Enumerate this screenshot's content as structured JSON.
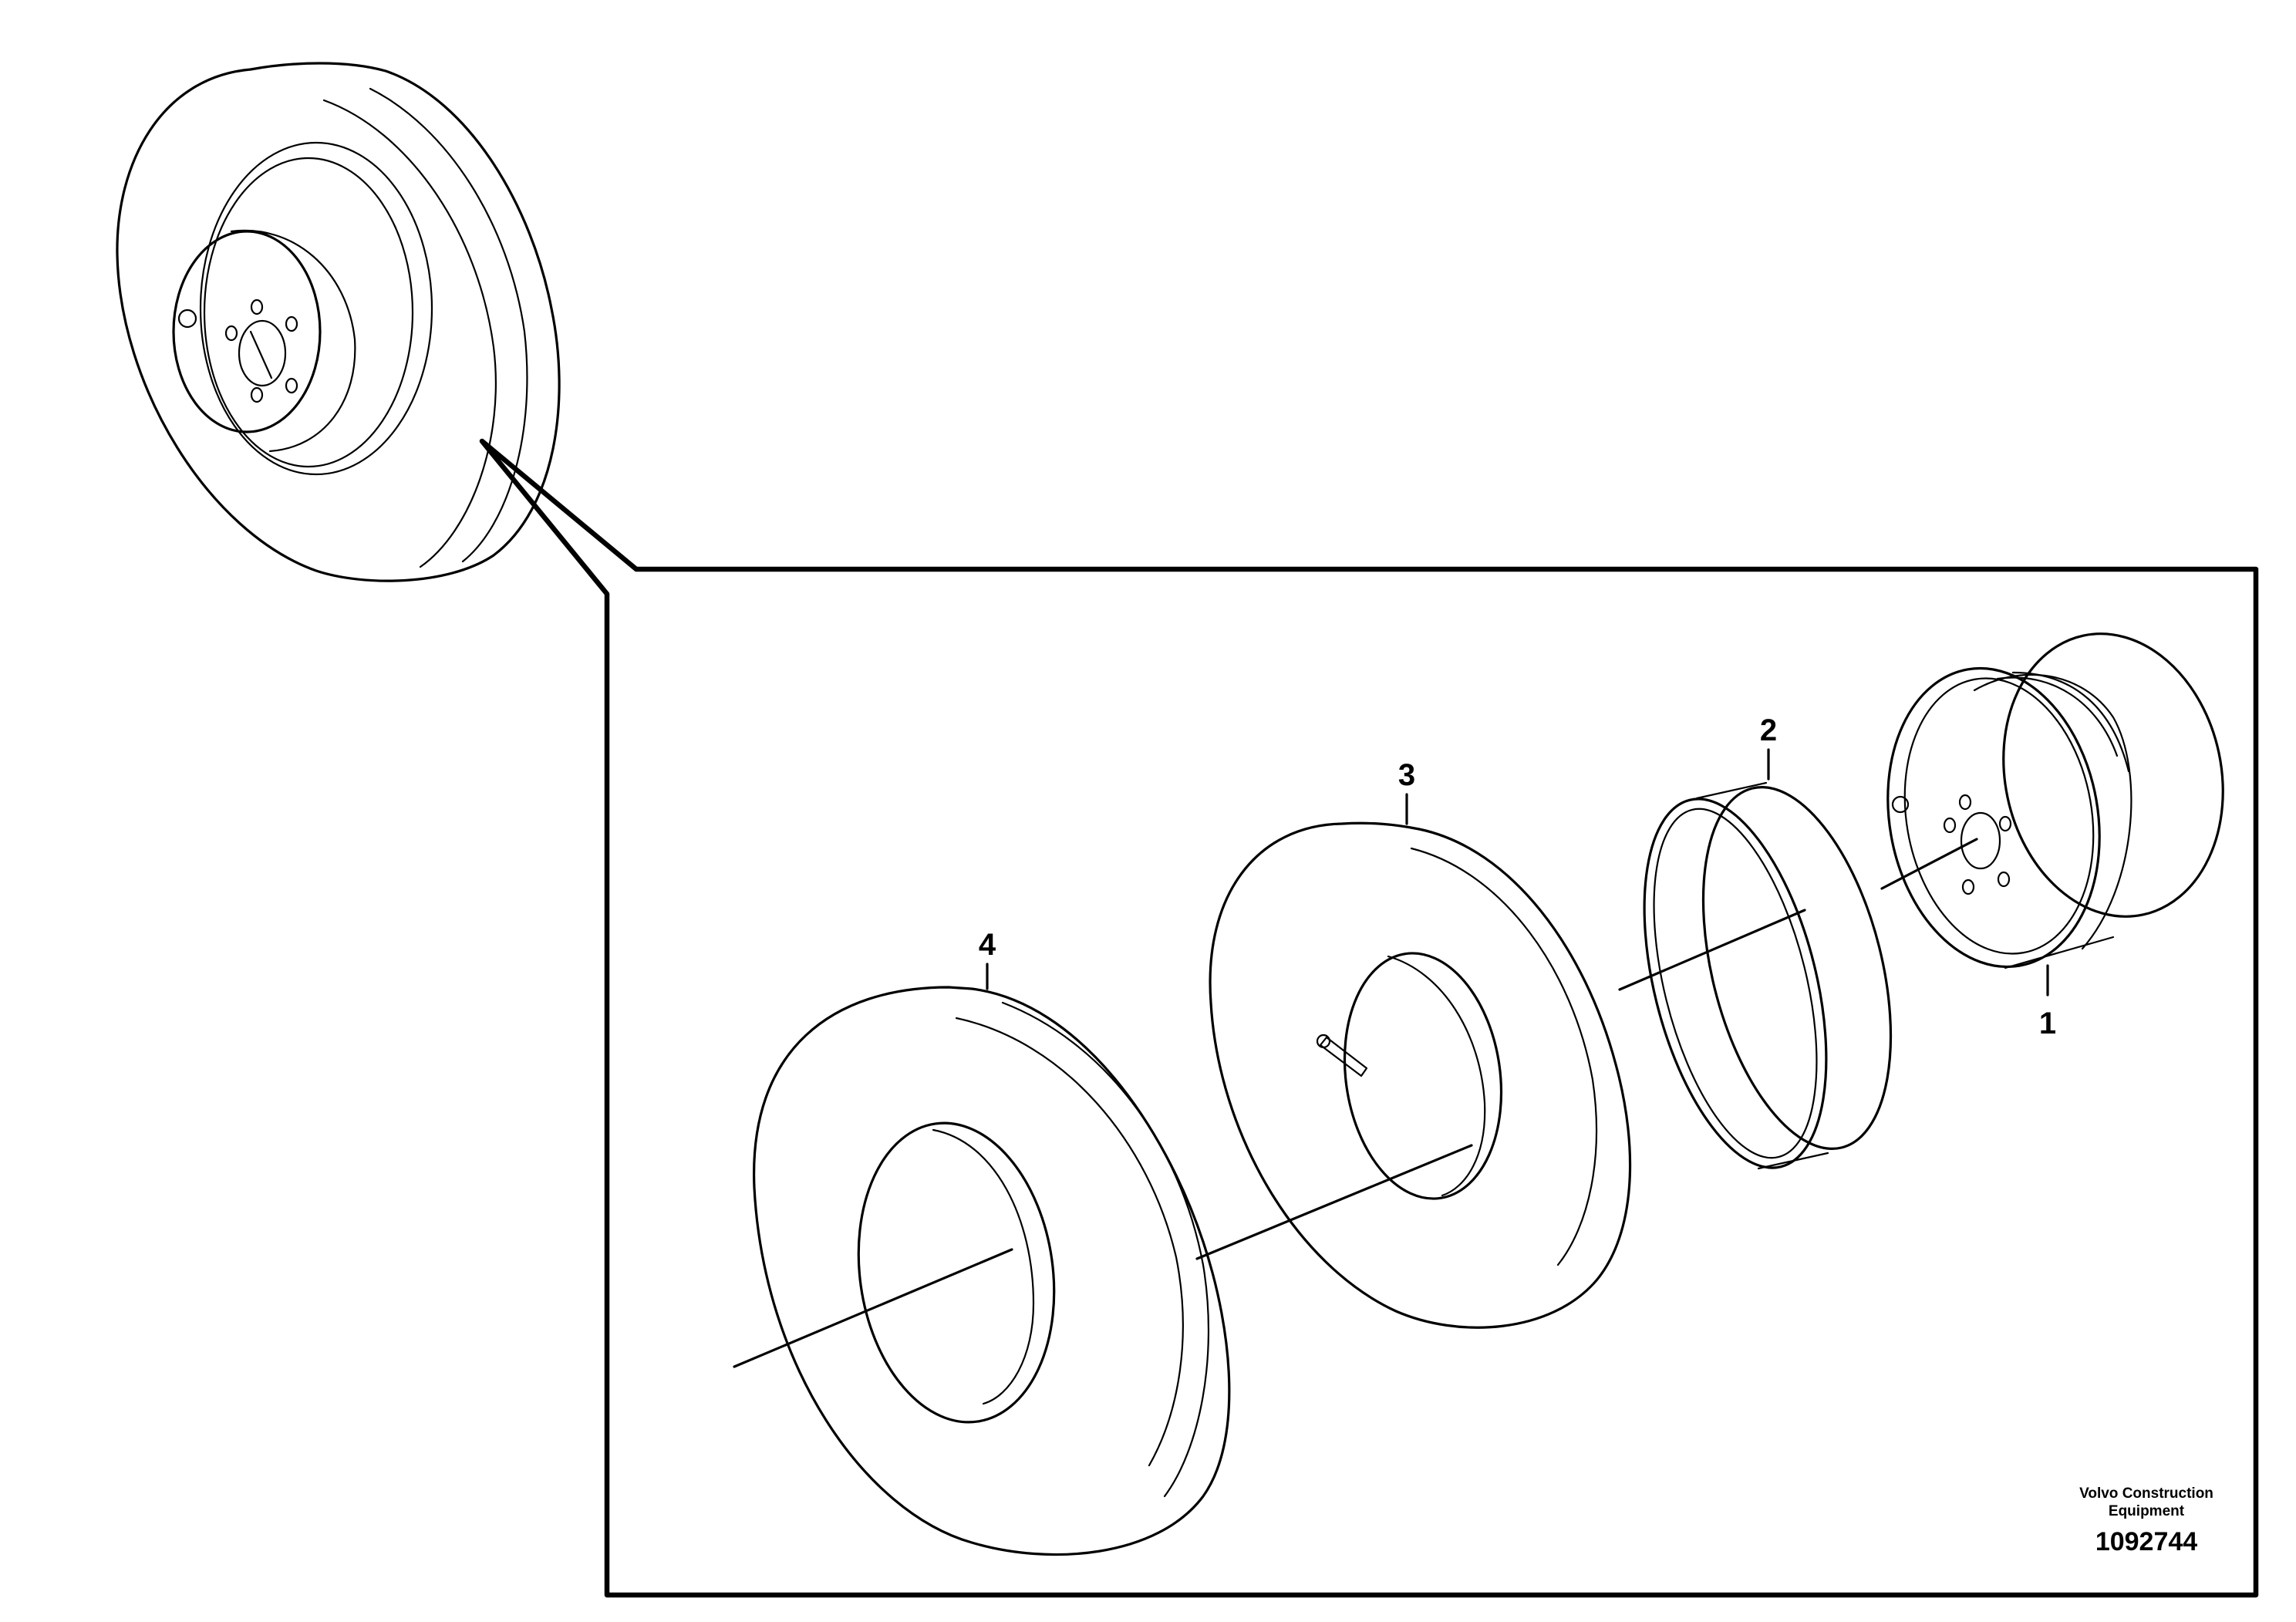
{
  "callouts": [
    {
      "id": "1",
      "text": "1"
    },
    {
      "id": "2",
      "text": "2"
    },
    {
      "id": "3",
      "text": "3"
    },
    {
      "id": "4",
      "text": "4"
    }
  ],
  "brand": {
    "line1": "Volvo Construction",
    "line2": "Equipment"
  },
  "part_number": "1092744"
}
